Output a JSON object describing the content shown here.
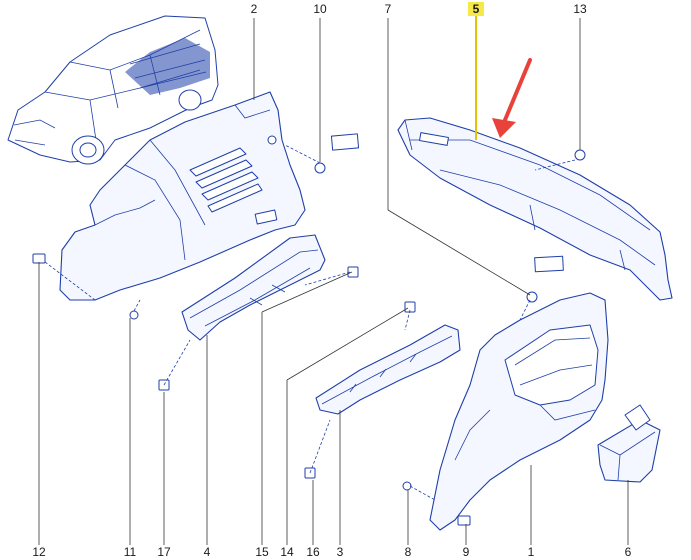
{
  "diagram": {
    "callouts": {
      "top_2": "2",
      "top_10": "10",
      "top_7": "7",
      "top_5": "5",
      "top_13": "13",
      "bot_12": "12",
      "bot_11": "11",
      "bot_17": "17",
      "bot_4": "4",
      "bot_15": "15",
      "bot_14": "14",
      "bot_16": "16",
      "bot_3": "3",
      "bot_8": "8",
      "bot_9": "9",
      "bot_1": "1",
      "bot_6": "6"
    },
    "highlighted_ref": "5",
    "colors": {
      "line_art": "#1f3fa8",
      "highlight": "#f7e84a",
      "arrow": "#e8423a"
    }
  }
}
